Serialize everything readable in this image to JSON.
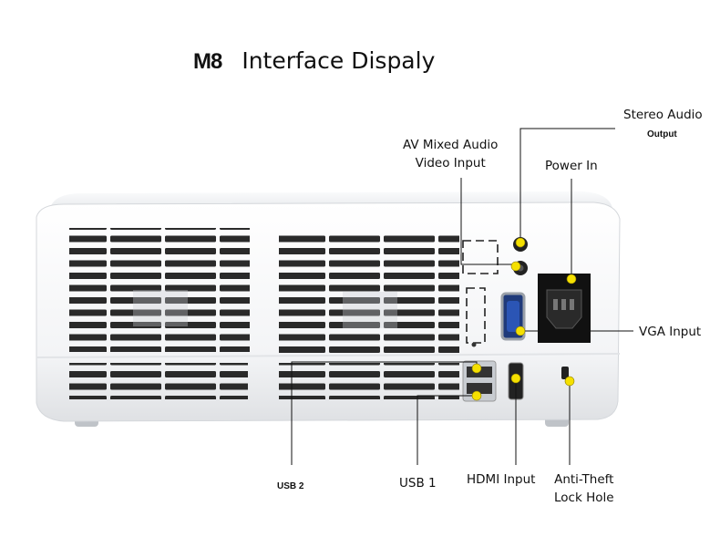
{
  "title": {
    "model": "M8",
    "text": "Interface Dispaly"
  },
  "callouts": {
    "stereo_audio": {
      "line1": "Stereo Audio",
      "line2": "Output"
    },
    "av_input": {
      "line1": "AV Mixed Audio",
      "line2": "Video Input"
    },
    "power_in": "Power In",
    "vga_input": "VGA  Input",
    "usb2": "USB 2",
    "usb1": "USB 1",
    "hdmi_input": "HDMI Input",
    "anti_theft": {
      "line1": "Anti-Theft",
      "line2": "Lock Hole"
    }
  },
  "colors": {
    "marker": "#f5e000",
    "body": "#f4f5f7",
    "line": "#111111"
  }
}
